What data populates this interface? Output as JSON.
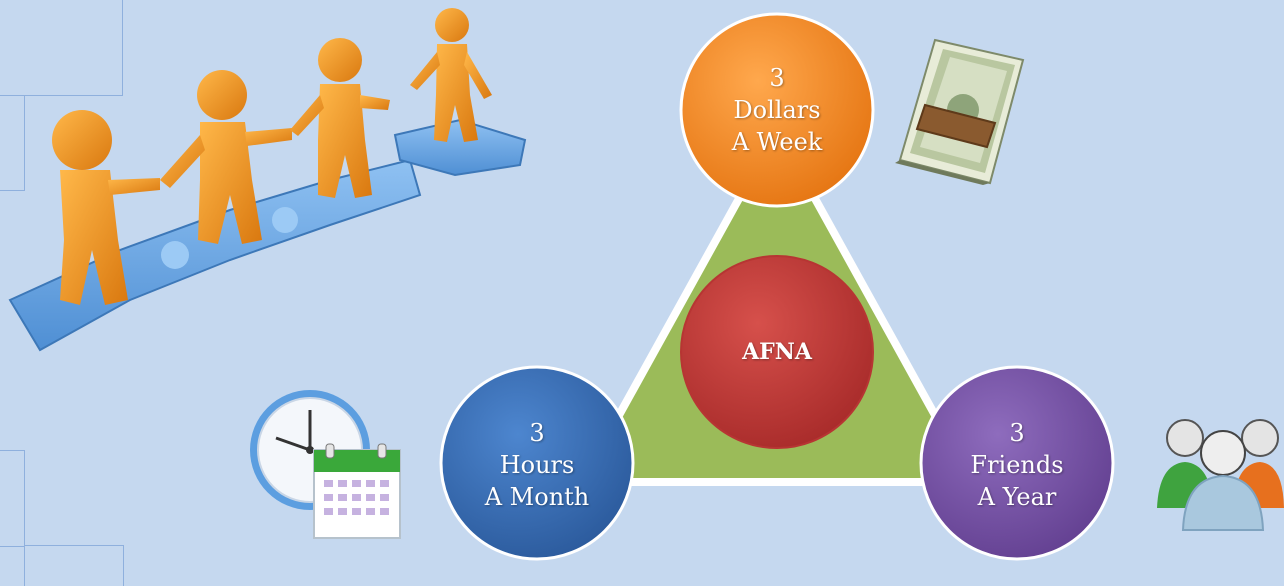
{
  "diagram": {
    "center": {
      "label": "AFNA",
      "color": "#c73b3a"
    },
    "triangle_color": "#9bbb59",
    "nodes": [
      {
        "lines": [
          "3",
          "Dollars",
          "A Week"
        ],
        "color": "#f28a2c"
      },
      {
        "lines": [
          "3",
          "Hours",
          "A Month"
        ],
        "color": "#3a6fb7"
      },
      {
        "lines": [
          "3",
          "Friends",
          "A Year"
        ],
        "color": "#7a56a6"
      }
    ]
  },
  "illustrations": [
    {
      "icon": "teamwork-puzzle-figures-icon"
    },
    {
      "icon": "money-stack-icon"
    },
    {
      "icon": "clock-calendar-icon"
    },
    {
      "icon": "people-group-icon"
    }
  ]
}
